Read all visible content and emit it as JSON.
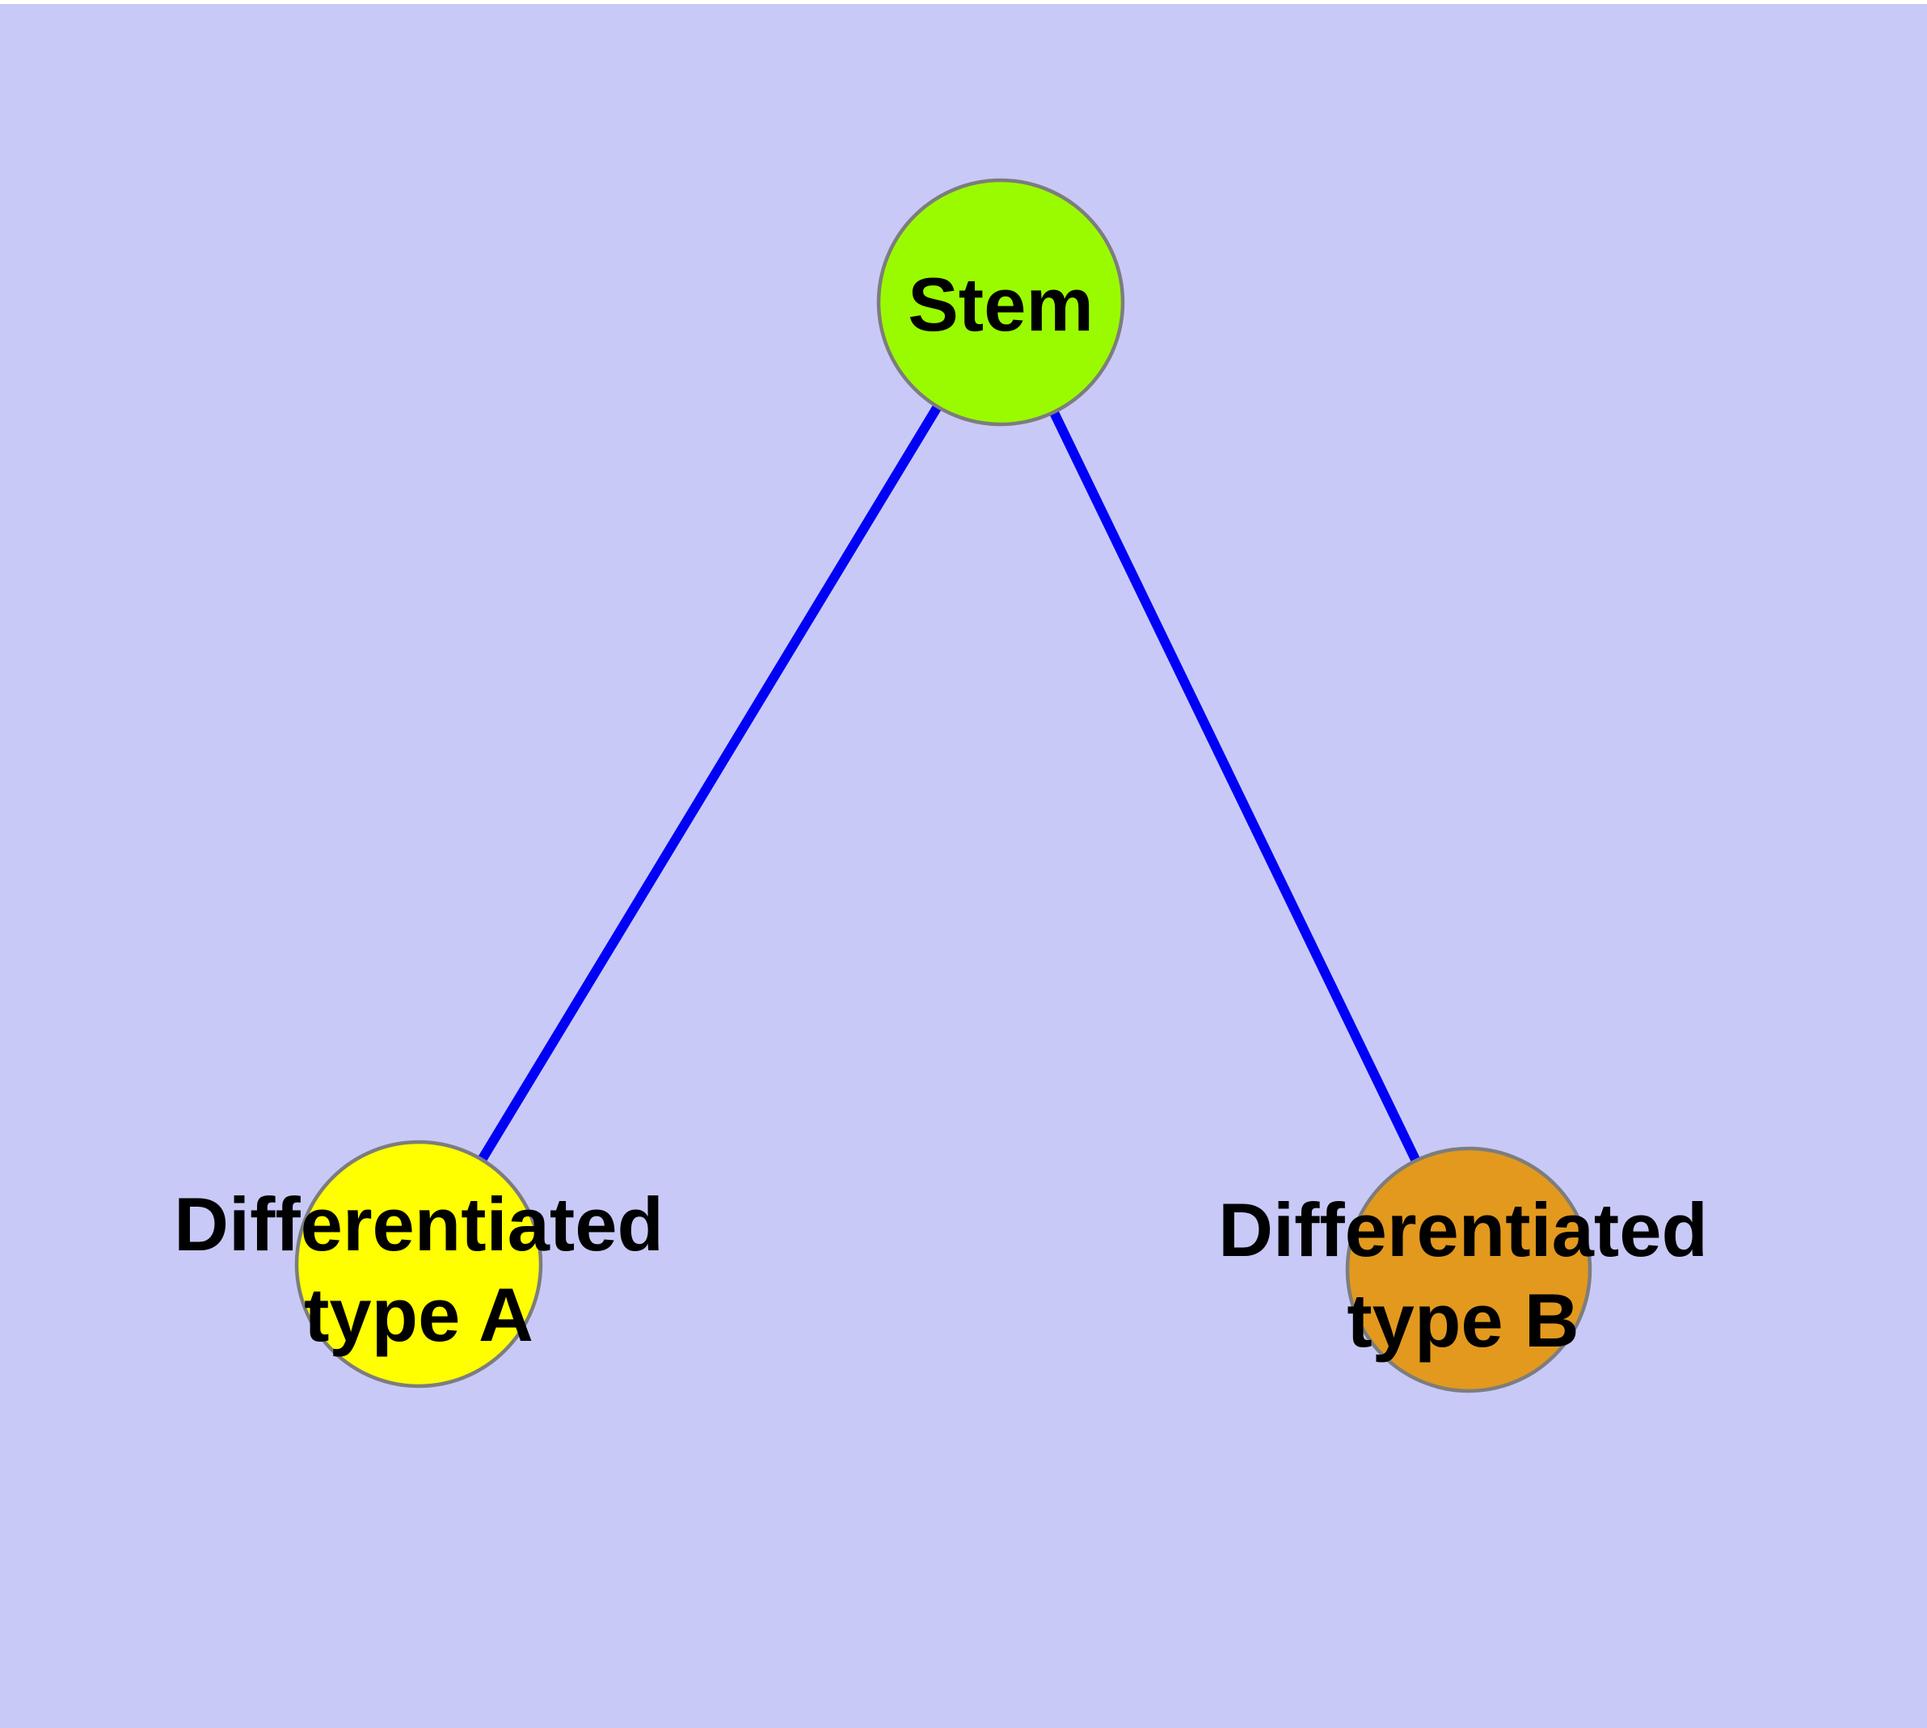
{
  "canvas": {
    "background_color": "#c9c9f8",
    "top_strip_color": "#ffffff"
  },
  "edges": {
    "color": "#0000f6",
    "items": [
      {
        "from": "stem",
        "to": "type_a"
      },
      {
        "from": "stem",
        "to": "type_b"
      }
    ]
  },
  "node_style": {
    "border_color": "#7d7d7d",
    "label_color": "#000000"
  },
  "nodes": {
    "stem": {
      "label": "Stem",
      "fill": "#9afb01"
    },
    "type_a": {
      "label_line1": "Differentiated",
      "label_line2": "type A",
      "fill": "#ffff00"
    },
    "type_b": {
      "label_line1": "Differentiated",
      "label_line2": "type B",
      "fill": "#e2991e"
    }
  }
}
